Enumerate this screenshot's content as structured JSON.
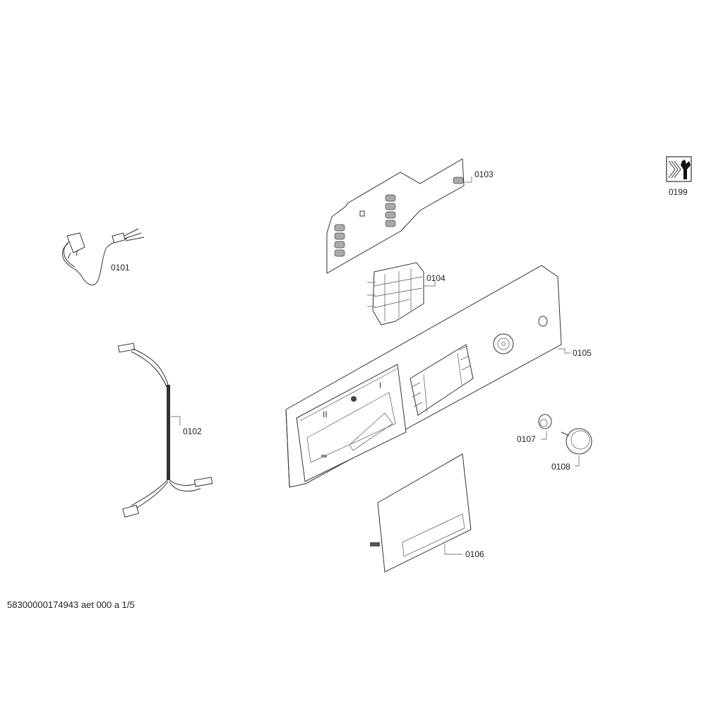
{
  "labels": {
    "p0101": "0101",
    "p0102": "0102",
    "p0103": "0103",
    "p0104": "0104",
    "p0105": "0105",
    "p0106": "0106",
    "p0107": "0107",
    "p0108": "0108",
    "p0199": "0199"
  },
  "panel_marks": {
    "compartment_2": "II",
    "compartment_1": "I"
  },
  "footer": "58300000174943 aet 000 a 1/5"
}
